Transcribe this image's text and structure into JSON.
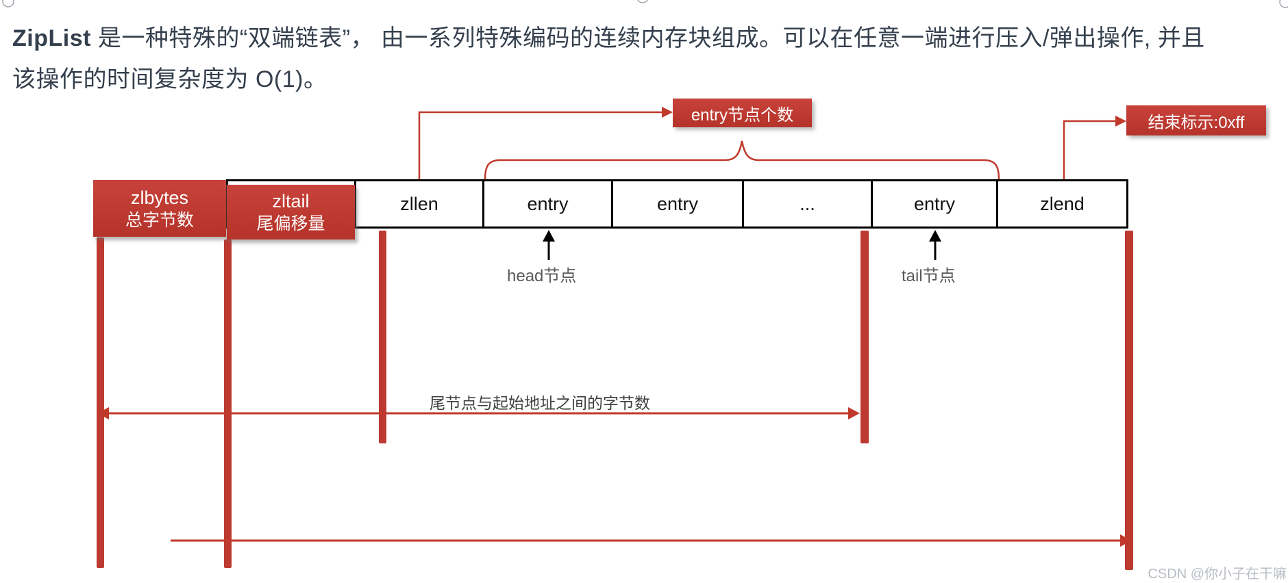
{
  "intro": {
    "keyword": "ZipList",
    "line1_rest": " 是一种特殊的“双端链表”， 由一系列特殊编码的连续内存块组成。可以在任意一端进行压入/弹出操作, 并且",
    "line2": "该操作的时间复杂度为 O(1)。"
  },
  "cells": [
    {
      "label": "zlbytes",
      "sublabel": "总字节数"
    },
    {
      "label": "zltail",
      "sublabel": "尾偏移量"
    },
    {
      "label": "zllen"
    },
    {
      "label": "entry"
    },
    {
      "label": "entry"
    },
    {
      "label": "..."
    },
    {
      "label": "entry"
    },
    {
      "label": "zlend"
    }
  ],
  "callouts": {
    "entry_count": "entry节点个数",
    "end_marker": "结束标示:0xff",
    "head_node": "head节点",
    "tail_node": "tail节点",
    "tail_offset_note": "尾节点与起始地址之间的字节数"
  },
  "watermark": "CSDN @你小子在干嘛",
  "colors": {
    "accent_red": "#C0392B",
    "bar_red": "#BD3A31",
    "text_dark": "#35404E",
    "note_gray": "#595959"
  }
}
